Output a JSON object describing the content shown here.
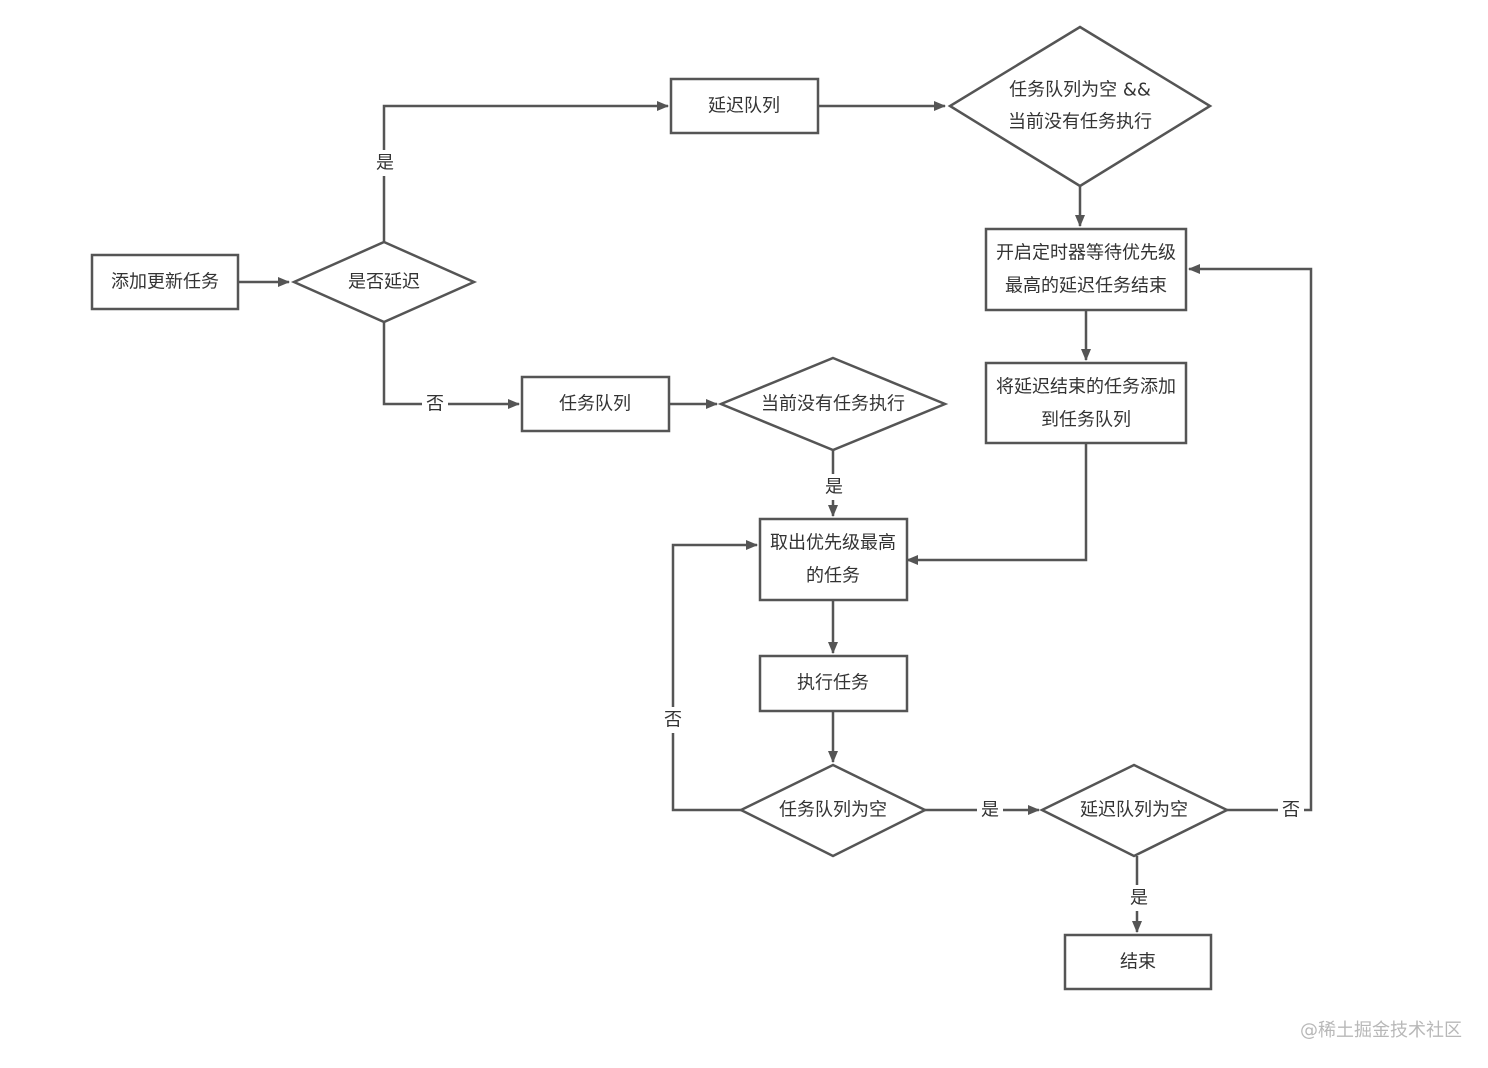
{
  "nodes": {
    "add_update_task": "添加更新任务",
    "is_delayed": "是否延迟",
    "delay_queue": "延迟队列",
    "task_queue_empty_and_idle": [
      "任务队列为空 &&",
      "当前没有任务执行"
    ],
    "start_timer": [
      "开启定时器等待优先级",
      "最高的延迟任务结束"
    ],
    "move_delayed_to_queue": [
      "将延迟结束的任务添加",
      "到任务队列"
    ],
    "task_queue": "任务队列",
    "no_task_running": "当前没有任务执行",
    "take_highest_priority": [
      "取出优先级最高",
      "的任务"
    ],
    "execute_task": "执行任务",
    "task_queue_empty": "任务队列为空",
    "delay_queue_empty": "延迟队列为空",
    "end": "结束"
  },
  "edge_labels": {
    "yes": "是",
    "no": "否"
  },
  "colors": {
    "stroke": "#555555",
    "text": "#333333",
    "background": "#ffffff",
    "watermark": "#b8b8b8"
  },
  "watermark": "@稀土掘金技术社区"
}
